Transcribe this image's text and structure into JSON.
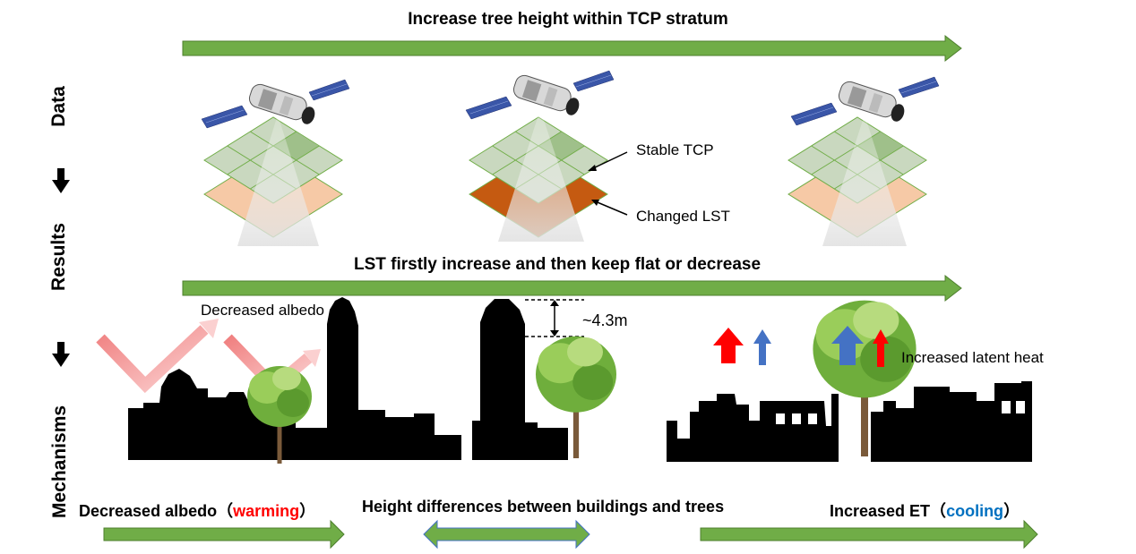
{
  "header": {
    "title": "Increase tree height within TCP stratum"
  },
  "side_labels": {
    "data": "Data",
    "results": "Results",
    "mechanisms": "Mechanisms"
  },
  "results_heading": "LST firstly increase and then keep flat or decrease",
  "annotations": {
    "stable_tcp": "Stable TCP",
    "changed_lst": "Changed LST",
    "decreased_albedo": "Decreased albedo",
    "height_diff_value": "~4.3m",
    "increased_latent_heat": "Increased latent heat"
  },
  "bottom": {
    "albedo": {
      "prefix": "Decreased albedo（",
      "effect": "warming",
      "suffix": "）"
    },
    "height": {
      "label": "Height differences between buildings and trees"
    },
    "et": {
      "prefix": "Increased ET（",
      "effect": "cooling",
      "suffix": "）"
    }
  },
  "colors": {
    "arrow_green": "#70AD47",
    "arrow_green_dark": "#4E7F2E",
    "warming_red": "#FF0000",
    "cooling_blue": "#0070C0",
    "grid_green": "#C9D8BF",
    "lst_light": "#F6C9A6",
    "lst_dark": "#C55A11",
    "albedo_pink": "#F4A6A6",
    "heat_red": "#FF0000",
    "heat_blue": "#4472C4"
  }
}
